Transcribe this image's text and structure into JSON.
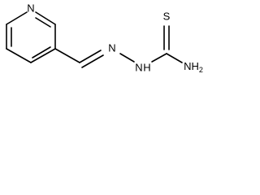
{
  "molecule": {
    "atoms": {
      "pyridine_n": "N",
      "azo_n": "N",
      "hydrazine_n": "N",
      "hydrazine_h": "H",
      "sulfur": "S",
      "amine": "NH",
      "amine_sub": "2"
    }
  }
}
